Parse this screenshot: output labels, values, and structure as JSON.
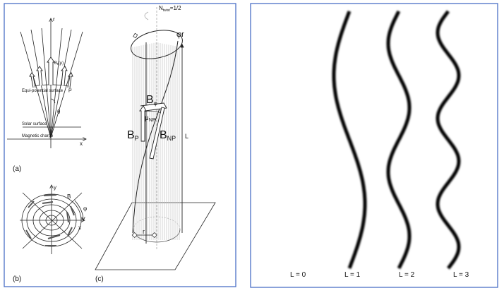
{
  "panel_left": {
    "a": {
      "label": "(a)",
      "axis_r": "r",
      "axis_x": "x",
      "field_label": "B",
      "field_sub": "r",
      "field_arg": "(ρ)",
      "equipotential": "Equi-potential surface",
      "rho": "ρ",
      "theta": "θ",
      "solar_surface": "Solar surface",
      "magnetic_charge": "Magnetic charge"
    },
    "b": {
      "label": "(b)",
      "axis_x": "x",
      "axis_y": "y",
      "field": "B",
      "phi": "φ"
    },
    "c": {
      "label": "(c)",
      "ntwist": "N",
      "ntwist_sub": "twist",
      "ntwist_val": "=1/2",
      "phi_r": "φr",
      "b_phi": "B",
      "b_phi_sub": "φ",
      "mu": "μ",
      "mu_sub": "NP",
      "bp": "B",
      "bp_sub": "P",
      "bnp": "B",
      "bnp_sub": "NP",
      "length": "L",
      "radius": "r"
    }
  },
  "panel_right": {
    "strands": [
      {
        "label": "L = 0",
        "wraps": 0
      },
      {
        "label": "L = 1",
        "wraps": 1
      },
      {
        "label": "L = 2",
        "wraps": 2
      },
      {
        "label": "L = 3",
        "wraps": 3
      }
    ]
  },
  "colors": {
    "border": "#4a6fc7",
    "line": "#222222",
    "gray": "#bbbbbb"
  }
}
